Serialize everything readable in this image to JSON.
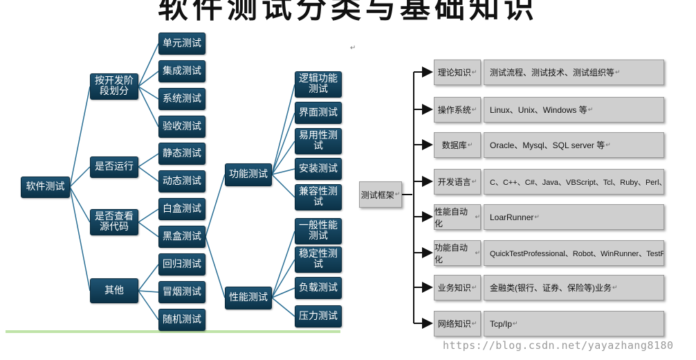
{
  "title": "软件测试分类与基础知识",
  "watermark": "https://blog.csdn.net/yayazhang8180",
  "return_mark": "↵",
  "left_tree": {
    "root": "软件测试",
    "groups": [
      {
        "label": "按开发阶段划分",
        "items": [
          "单元测试",
          "集成测试",
          "系统测试",
          "验收测试"
        ]
      },
      {
        "label": "是否运行",
        "items": [
          "静态测试",
          "动态测试"
        ]
      },
      {
        "label": "是否查看源代码",
        "items": [
          "白盒测试",
          "黑盒测试"
        ]
      },
      {
        "label": "其他",
        "items": [
          "回归测试",
          "冒烟测试",
          "随机测试"
        ]
      }
    ],
    "black_box_children": [
      {
        "label": "功能测试",
        "items": [
          "逻辑功能测试",
          "界面测试",
          "易用性测试",
          "安装测试",
          "兼容性测试"
        ]
      },
      {
        "label": "性能测试",
        "items": [
          "一般性能测试",
          "稳定性测试",
          "负载测试",
          "压力测试"
        ]
      }
    ]
  },
  "right_tree": {
    "root": "测试框架",
    "rows": [
      {
        "label": "理论知识",
        "desc": "测试流程、测试技术、测试组织等"
      },
      {
        "label": "操作系统",
        "desc": "Linux、Unix、Windows 等"
      },
      {
        "label": "数据库",
        "desc": "Oracle、Mysql、SQL server 等"
      },
      {
        "label": "开发语言",
        "desc": "C、C++、C#、Java、VBScript、Tcl、Ruby、Perl、Python 等"
      },
      {
        "label": "性能自动化",
        "desc": "LoarRunner"
      },
      {
        "label": "功能自动化",
        "desc": "QuickTestProfessional、Robot、WinRunner、TestParter"
      },
      {
        "label": "业务知识",
        "desc": "金融类(银行、证券、保险等)业务"
      },
      {
        "label": "网络知识",
        "desc": "Tcp/Ip"
      }
    ]
  },
  "colors": {
    "node": "#1f5473",
    "connector": "#2a6f95",
    "pale": "#cfcfcf",
    "ground": "#bfe3a8"
  }
}
